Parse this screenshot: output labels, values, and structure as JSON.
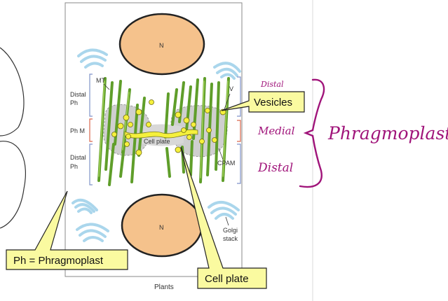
{
  "colors": {
    "nucleus": "#f5c28c",
    "microtubule": "#5f9e2a",
    "microtubule_light": "#a6d45a",
    "vesicle": "#f5f03c",
    "golgi": "#aad6ec",
    "bracket": "#7f92c9",
    "bracket_medial": "#d9674e",
    "callout": "#fafaa0",
    "handwriting": "#a0147a"
  },
  "figure": {
    "caption": "Plants",
    "nucleus_label": "N",
    "cell_plate_inner": "Cell plate",
    "labels": {
      "mt": "MT",
      "v": "V",
      "cpam": "CPAM",
      "golgi_line1": "Golgi",
      "golgi_line2": "stack"
    },
    "regions": {
      "distal_top_line1": "Distal",
      "distal_top_line2": "Ph",
      "medial": "Ph M",
      "distal_bottom_line1": "Distal",
      "distal_bottom_line2": "Ph"
    }
  },
  "callouts": {
    "vesicles": "Vesicles",
    "phragmoplast_def": "Ph = Phragmoplast",
    "cell_plate": "Cell plate"
  },
  "handwriting": {
    "distal_top": "Distal",
    "medial": "Medial",
    "distal_bottom": "Distal",
    "phragmoplast": "Phragmoplast"
  }
}
